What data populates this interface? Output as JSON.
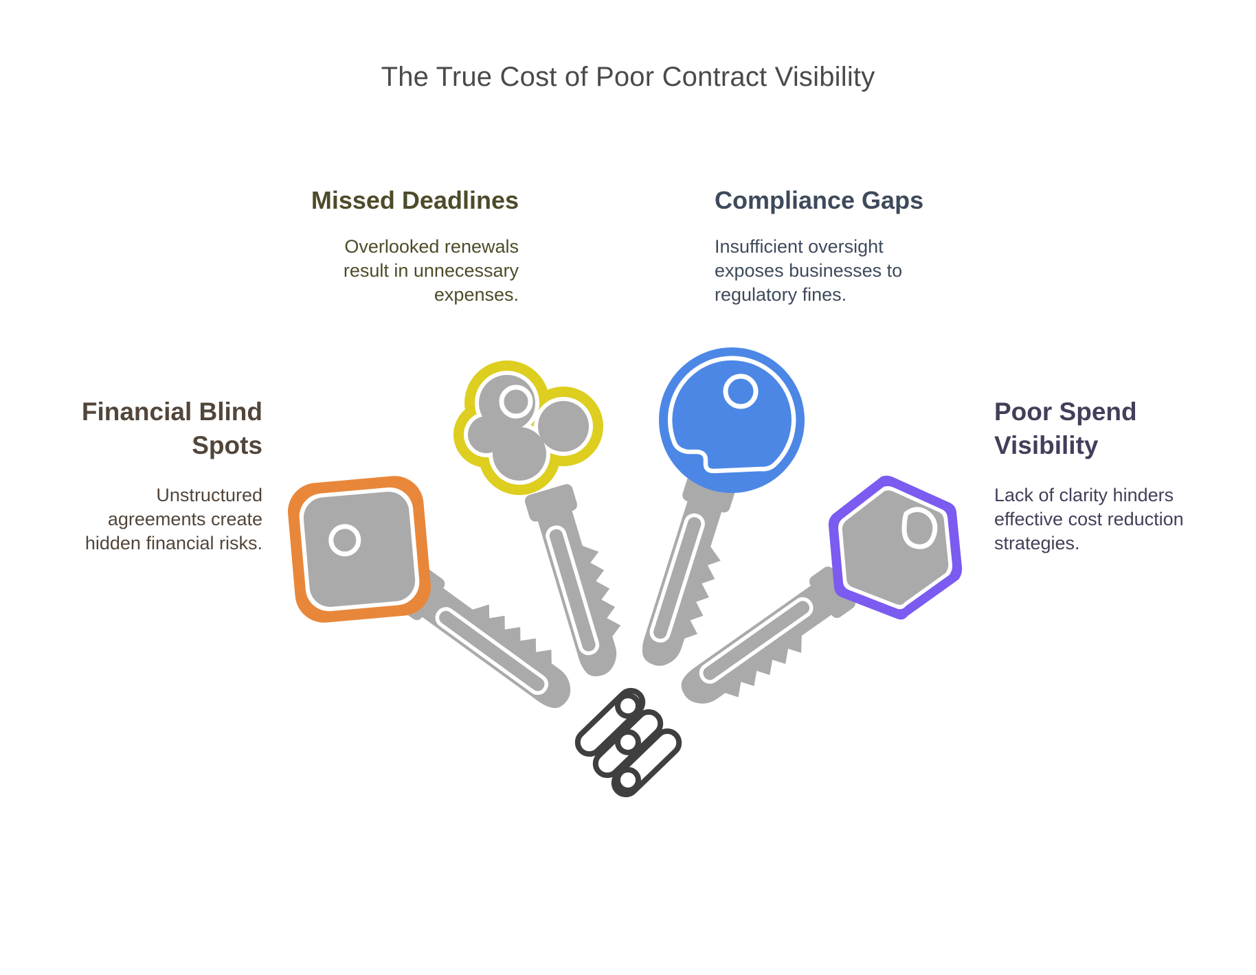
{
  "title": "The True Cost of Poor Contract Visibility",
  "colors": {
    "title_text": "#4A4A4A",
    "key_gray": "#AAAAAA",
    "keychain": "#3F3F3F",
    "orange": "#E8873A",
    "yellow": "#DDCE1F",
    "blue": "#4C87E6",
    "purple": "#7B5BF0",
    "financial_text": "#52453A",
    "missed_text": "#4D4B29",
    "compliance_text": "#3E4A5B",
    "poor_text": "#433E59"
  },
  "blocks": {
    "missed": {
      "heading": "Missed Deadlines",
      "body": [
        "Overlooked renewals",
        "result in unnecessary",
        "expenses."
      ],
      "accent": "#DDCE1F",
      "key_shape": "cloud"
    },
    "compliance": {
      "heading": "Compliance Gaps",
      "body": [
        "Insufficient oversight",
        "exposes businesses to",
        "regulatory fines."
      ],
      "accent": "#4C87E6",
      "key_shape": "circle"
    },
    "financial": {
      "heading": [
        "Financial Blind",
        "Spots"
      ],
      "body": [
        "Unstructured",
        "agreements create",
        "hidden financial risks."
      ],
      "accent": "#E8873A",
      "key_shape": "rounded-square"
    },
    "poor": {
      "heading": [
        "Poor Spend",
        "Visibility"
      ],
      "body": [
        "Lack of clarity hinders",
        "effective cost reduction",
        "strategies."
      ],
      "accent": "#7B5BF0",
      "key_shape": "hexagon"
    }
  }
}
